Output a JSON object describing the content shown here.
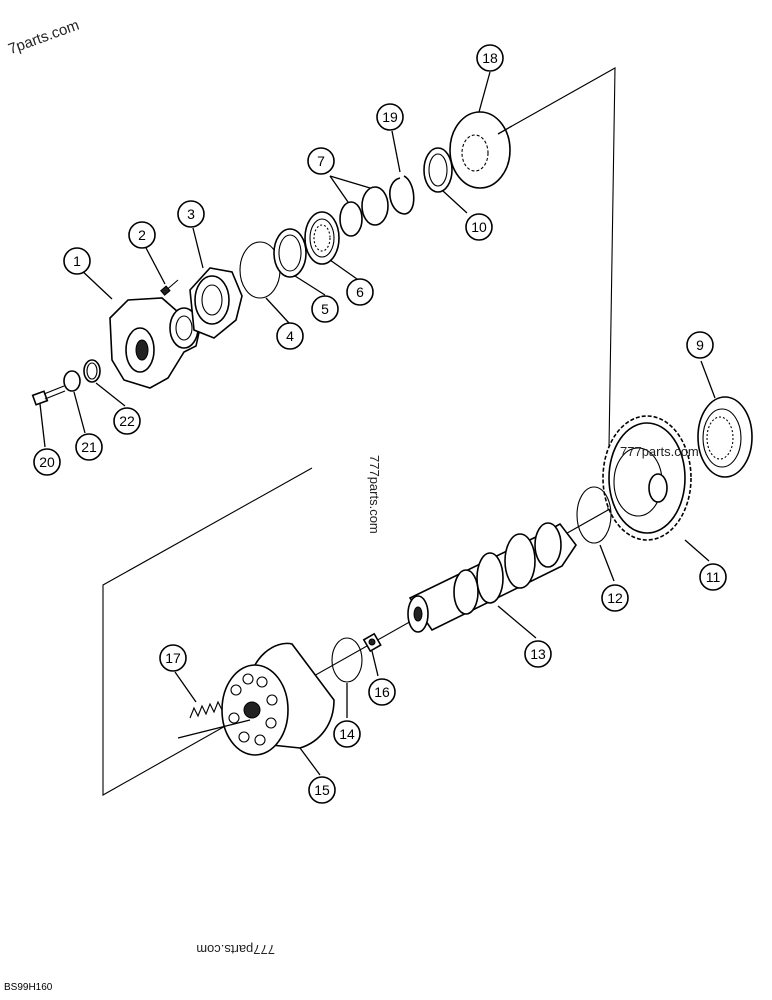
{
  "watermarks": {
    "top_left": "7parts.com",
    "center_vertical": "777parts.com",
    "gear": "777parts.com",
    "bottom_flipped": "777parts.com"
  },
  "figure_code": "BS99H160",
  "callouts": {
    "c1": "1",
    "c2": "2",
    "c3": "3",
    "c4": "4",
    "c5": "5",
    "c6": "6",
    "c7": "7",
    "c9": "9",
    "c10": "10",
    "c11": "11",
    "c12": "12",
    "c13": "13",
    "c14": "14",
    "c15": "15",
    "c16": "16",
    "c17": "17",
    "c18": "18",
    "c19": "19",
    "c20": "20",
    "c21": "21",
    "c22": "22"
  }
}
